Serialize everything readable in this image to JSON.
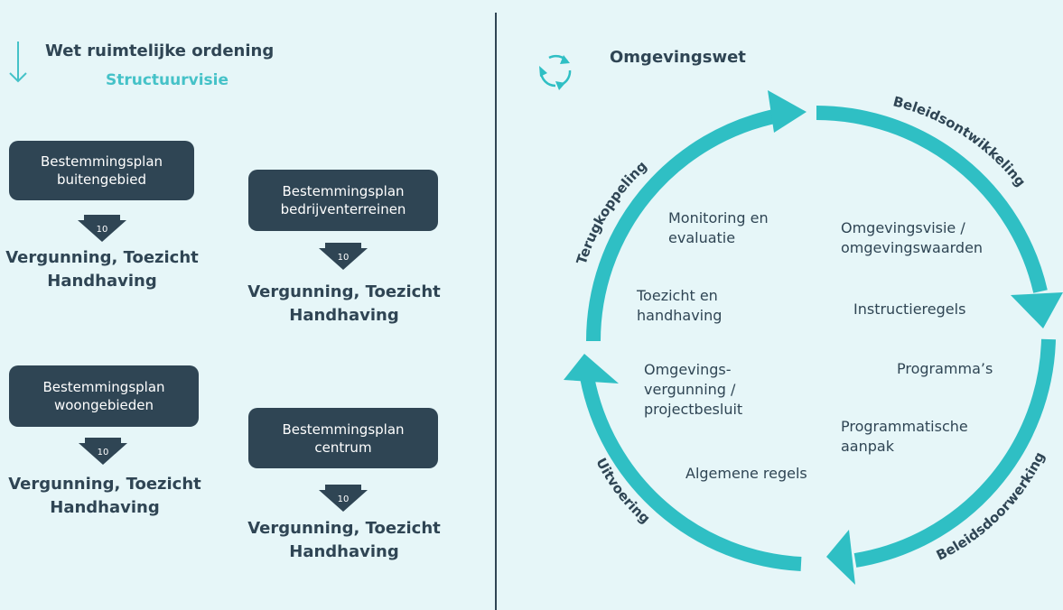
{
  "left": {
    "title": "Wet ruimtelijke ordening",
    "subtitle": "Structuurvisie",
    "plans": [
      {
        "label_line1": "Bestemmingsplan",
        "label_line2": "buitengebied",
        "badge": "10",
        "vtx_line1": "Vergunning, Toezicht",
        "vtx_line2": "Handhaving"
      },
      {
        "label_line1": "Bestemmingsplan",
        "label_line2": "bedrijventerreinen",
        "badge": "10",
        "vtx_line1": "Vergunning, Toezicht",
        "vtx_line2": "Handhaving"
      },
      {
        "label_line1": "Bestemmingsplan",
        "label_line2": "woongebieden",
        "badge": "10",
        "vtx_line1": "Vergunning, Toezicht",
        "vtx_line2": "Handhaving"
      },
      {
        "label_line1": "Bestemmingsplan",
        "label_line2": "centrum",
        "badge": "10",
        "vtx_line1": "Vergunning, Toezicht",
        "vtx_line2": "Handhaving"
      }
    ]
  },
  "right": {
    "title": "Omgevingswet",
    "cycle_labels": {
      "top_right": "Beleidsontwikkeling",
      "bottom_right": "Beleidsdoorwerking",
      "bottom_left": "Uitvoering",
      "top_left": "Terugkoppeling"
    },
    "steps": {
      "monitoring_1": "Monitoring en",
      "monitoring_2": "evaluatie",
      "visie_1": "Omgevingsvisie /",
      "visie_2": "omgevingswaarden",
      "toezicht_1": "Toezicht en",
      "toezicht_2": "handhaving",
      "instructieregels": "Instructieregels",
      "programmas": "Programma’s",
      "vergunning_1": "Omgevings-",
      "vergunning_2": "vergunning /",
      "vergunning_3": "projectbesluit",
      "aanpak_1": "Programmatische",
      "aanpak_2": "aanpak",
      "algemene": "Algemene regels"
    }
  },
  "colors": {
    "background": "#e6f6f8",
    "dark": "#2f4554",
    "accent": "#2fbfc4",
    "accent_text": "#45c2c8"
  }
}
